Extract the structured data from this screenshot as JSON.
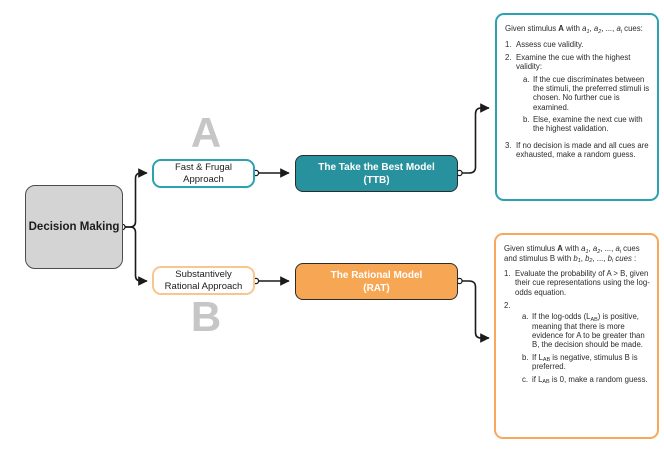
{
  "colors": {
    "teal_fill": "#27929D",
    "teal_border": "#2BA2B1",
    "orange_fill": "#F7A653",
    "orange_border": "#F8A85C",
    "orange_border_light": "#F8C78E",
    "gray_fill": "#D4D4D4",
    "gray_border": "#4D4D4D",
    "box_border": "#2B2B2B",
    "letter_gray": "#C6C6C6",
    "line": "#1A1A1A"
  },
  "diagram": {
    "root_label": "Decision Making",
    "branch_a_letter": "A",
    "branch_b_letter": "B",
    "approach_a_label": "Fast & Frugal\nApproach",
    "approach_b_label": "Substantively\nRational Approach",
    "model_a_label": "The Take the Best Model\n(TTB)",
    "model_b_label": "The Rational Model\n(RAT)"
  },
  "panels": {
    "ttb": {
      "intro": [
        {
          "t": "Given stimulus "
        },
        {
          "t": "A",
          "b": true
        },
        {
          "t": " with "
        },
        {
          "t": "a",
          "i": true
        },
        {
          "t": "1",
          "i": true,
          "sub": true
        },
        {
          "t": ", "
        },
        {
          "t": "a",
          "i": true
        },
        {
          "t": "2",
          "i": true,
          "sub": true
        },
        {
          "t": ", ..., "
        },
        {
          "t": "a",
          "i": true
        },
        {
          "t": "i",
          "i": true,
          "sub": true
        },
        {
          "t": " cues:"
        }
      ],
      "items": [
        {
          "marker": "1.",
          "segments": [
            {
              "t": "Assess cue validity."
            }
          ]
        },
        {
          "marker": "2.",
          "segments": [
            {
              "t": "Examine the cue with the highest validity:"
            }
          ],
          "children": [
            {
              "marker": "a.",
              "segments": [
                {
                  "t": "If the cue discriminates between the stimuli, the preferred stimuli is chosen. No further cue is examined."
                }
              ]
            },
            {
              "marker": "b.",
              "segments": [
                {
                  "t": "Else, examine the next cue with the highest validation."
                }
              ]
            }
          ]
        },
        {
          "marker": "3.",
          "segments": [
            {
              "t": "If no decision is made and all cues are exhausted, make a random guess."
            }
          ]
        }
      ]
    },
    "rat": {
      "intro": [
        {
          "t": "Given stimulus "
        },
        {
          "t": "A",
          "b": true
        },
        {
          "t": " with "
        },
        {
          "t": "a",
          "i": true
        },
        {
          "t": "1",
          "i": true,
          "sub": true
        },
        {
          "t": ", "
        },
        {
          "t": "a",
          "i": true
        },
        {
          "t": "2",
          "i": true,
          "sub": true
        },
        {
          "t": ", ..., "
        },
        {
          "t": "a",
          "i": true
        },
        {
          "t": "i",
          "i": true,
          "sub": true
        },
        {
          "t": " cues and stimulus B with "
        },
        {
          "t": "b",
          "i": true
        },
        {
          "t": "1",
          "i": true,
          "sub": true
        },
        {
          "t": ", "
        },
        {
          "t": "b",
          "i": true
        },
        {
          "t": "2",
          "i": true,
          "sub": true
        },
        {
          "t": ", ..., "
        },
        {
          "t": "b",
          "i": true
        },
        {
          "t": "i",
          "i": true,
          "sub": true
        },
        {
          "t": " "
        },
        {
          "t": "cues",
          "i": true
        },
        {
          "t": " :"
        }
      ],
      "items": [
        {
          "marker": "1.",
          "segments": [
            {
              "t": "Evaluate the probability of A > B, given their cue representations using the log-odds equation."
            }
          ]
        },
        {
          "marker": "2.",
          "segments": [],
          "children": [
            {
              "marker": "a.",
              "segments": [
                {
                  "t": "If the log-odds (L"
                },
                {
                  "t": "AB",
                  "sub": true
                },
                {
                  "t": ") is positive, meaning that there is more evidence for A to be greater than B, the decision should be made."
                }
              ]
            },
            {
              "marker": "b.",
              "segments": [
                {
                  "t": "If L"
                },
                {
                  "t": "AB",
                  "sub": true
                },
                {
                  "t": " is negative, stimulus B is preferred."
                }
              ]
            },
            {
              "marker": "c.",
              "segments": [
                {
                  "t": "if L"
                },
                {
                  "t": "AB",
                  "sub": true
                },
                {
                  "t": " is 0, make a random guess."
                }
              ]
            }
          ]
        }
      ]
    }
  }
}
